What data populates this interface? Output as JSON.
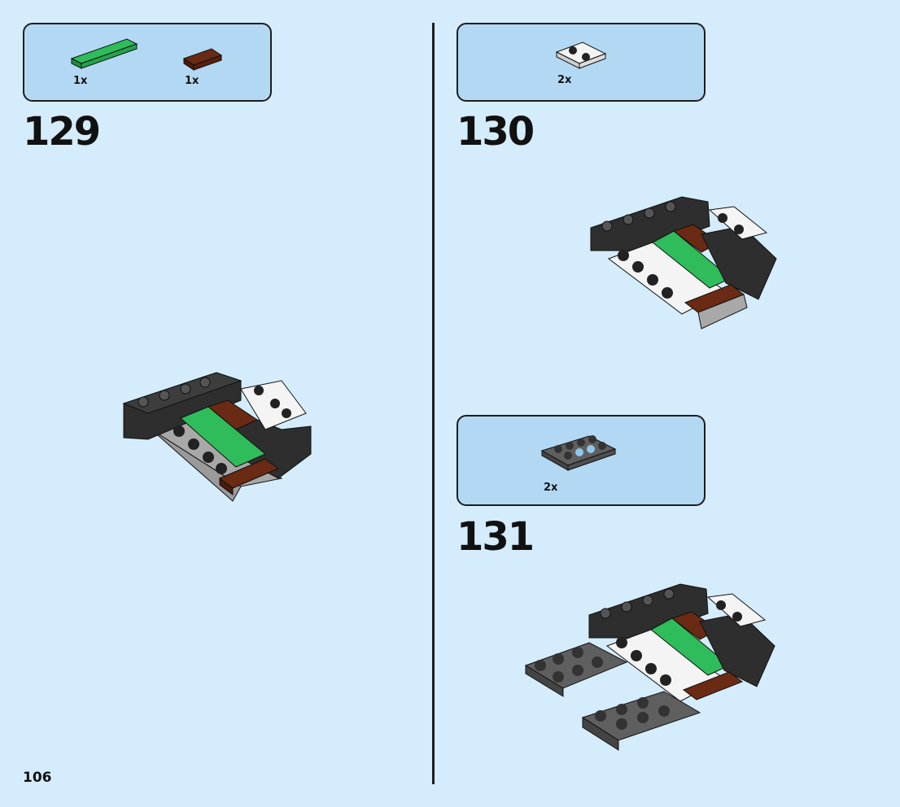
{
  "page": {
    "number": "106"
  },
  "steps": [
    {
      "number": "129",
      "parts": [
        {
          "qty": "1x",
          "part": "green-tile-1x4-icon",
          "color": "#2ebd5a"
        },
        {
          "qty": "1x",
          "part": "brown-tile-1x2-icon",
          "color": "#6a2a14"
        }
      ]
    },
    {
      "number": "130",
      "parts": [
        {
          "qty": "2x",
          "part": "white-plate-2x2-icon",
          "color": "#f4f4f4"
        }
      ]
    },
    {
      "number": "131",
      "parts": [
        {
          "qty": "2x",
          "part": "dark-gray-plate-2x4-icon",
          "color": "#5f5f5f"
        }
      ]
    }
  ],
  "colors": {
    "background": "#d4ecfb",
    "parts_box": "#b3d8f3",
    "black": "#2e2e2e",
    "white": "#f4f4f4",
    "green": "#2ebd5a",
    "brown": "#6a2a14",
    "gray": "#a8a8a8"
  }
}
